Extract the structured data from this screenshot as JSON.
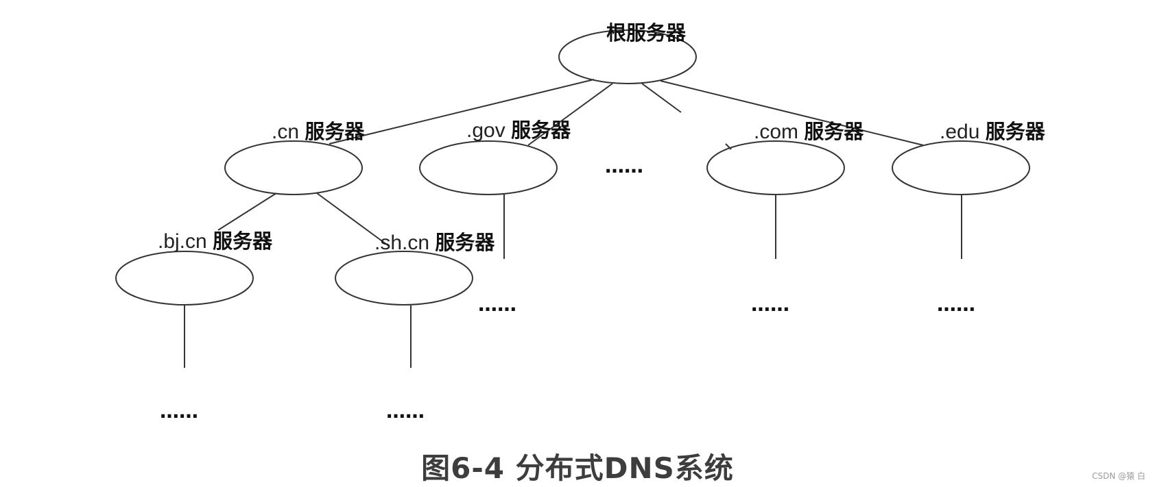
{
  "diagram": {
    "root": {
      "label": "根服务器"
    },
    "level1": [
      {
        "prefix": ".cn",
        "suffix": "服务器"
      },
      {
        "prefix": ".gov",
        "suffix": "服务器"
      },
      {
        "prefix": ".com",
        "suffix": "服务器"
      },
      {
        "prefix": ".edu",
        "suffix": "服务器"
      }
    ],
    "level2": [
      {
        "prefix": ".bj.cn",
        "suffix": "服务器"
      },
      {
        "prefix": ".sh.cn",
        "suffix": "服务器"
      }
    ],
    "ellipsis": "……"
  },
  "caption": "图6-4  分布式DNS系统",
  "watermark": "CSDN @猿 白"
}
